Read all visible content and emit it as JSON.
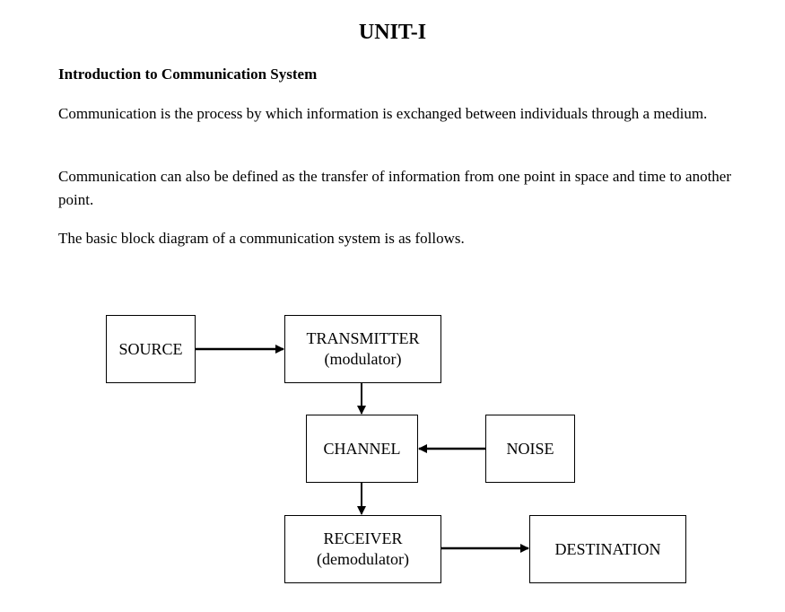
{
  "document": {
    "unit_title": "UNIT-I",
    "section_heading": "Introduction to Communication System",
    "paragraphs": [
      "Communication is the process by which information is exchanged between individuals through a medium.",
      "Communication can also be defined as the transfer of information from one point in space and time to another point.",
      "The basic block diagram of a communication system is as follows."
    ]
  },
  "diagram": {
    "blocks": {
      "source": {
        "line1": "SOURCE"
      },
      "transmitter": {
        "line1": "TRANSMITTER",
        "line2": "(modulator)"
      },
      "channel": {
        "line1": "CHANNEL"
      },
      "noise": {
        "line1": "NOISE"
      },
      "receiver": {
        "line1": "RECEIVER",
        "line2": "(demodulator)"
      },
      "destination": {
        "line1": "DESTINATION"
      }
    },
    "connections": [
      {
        "from": "source",
        "to": "transmitter"
      },
      {
        "from": "transmitter",
        "to": "channel"
      },
      {
        "from": "noise",
        "to": "channel"
      },
      {
        "from": "channel",
        "to": "receiver"
      },
      {
        "from": "receiver",
        "to": "destination"
      }
    ]
  }
}
